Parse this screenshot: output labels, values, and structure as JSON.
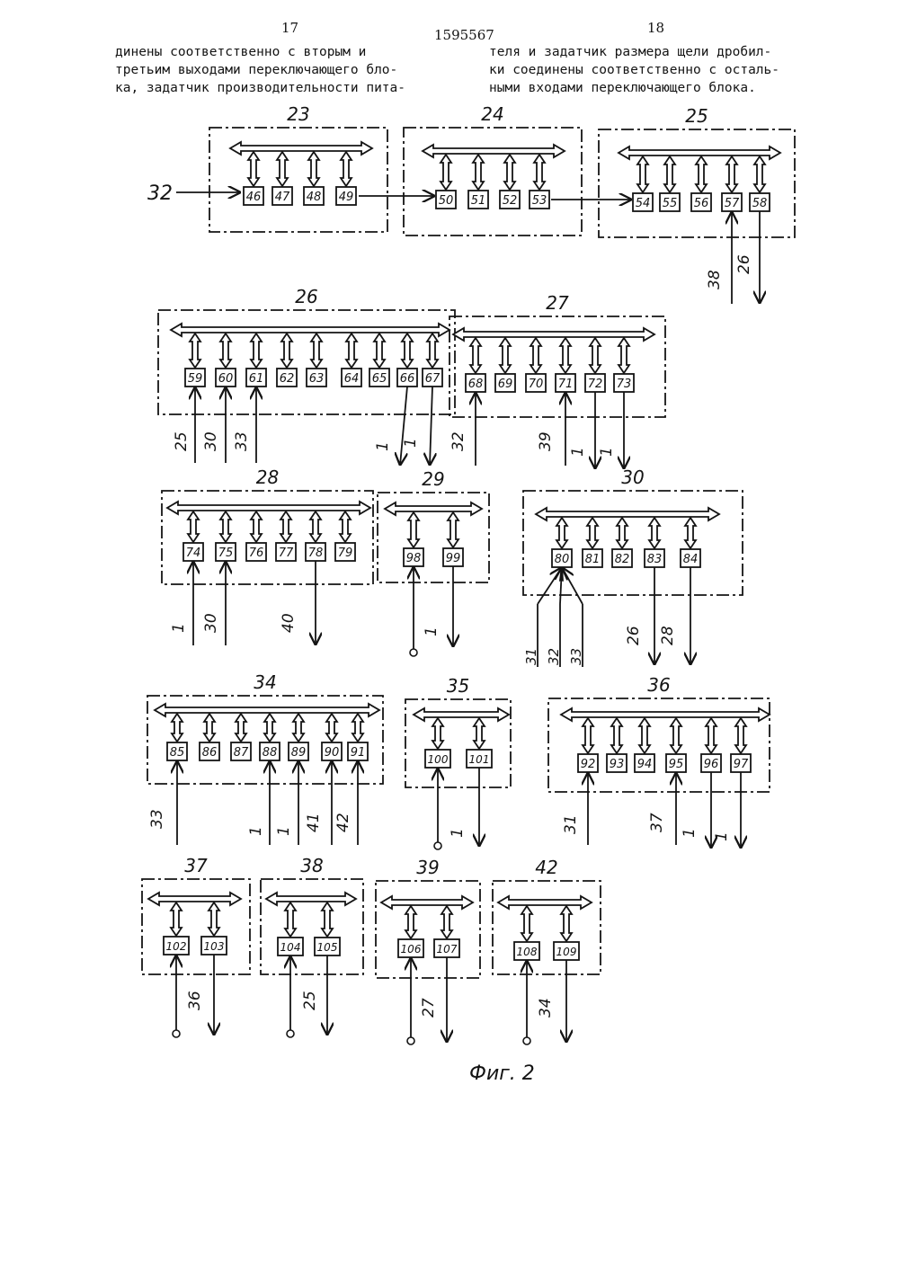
{
  "header": {
    "page_left": "17",
    "patent_number": "1595567",
    "page_right": "18"
  },
  "text": {
    "left_lines": [
      "динены соответственно с вторым и",
      "третьим выходами переключающего бло-",
      "ка, задатчик производительности пита-"
    ],
    "right_lines": [
      "теля и задатчик размера щели дробил-",
      "ки соединены соответственно с осталь-",
      "ными входами переключающего блока."
    ]
  },
  "figure": {
    "caption": "Фиг. 2",
    "blocks": [
      {
        "label": "23",
        "cells": [
          "46",
          "47",
          "48",
          "49"
        ],
        "inputs": [
          "32"
        ],
        "outputs": []
      },
      {
        "label": "24",
        "cells": [
          "50",
          "51",
          "52",
          "53"
        ],
        "inputs": [],
        "outputs": []
      },
      {
        "label": "25",
        "cells": [
          "54",
          "55",
          "56",
          "57",
          "58"
        ],
        "inputs": [
          "38"
        ],
        "outputs": [
          "26"
        ]
      },
      {
        "label": "26",
        "cells": [
          "59",
          "60",
          "61",
          "62",
          "63",
          "64",
          "65",
          "66",
          "67"
        ],
        "inputs": [
          "25",
          "30",
          "33"
        ],
        "outputs": [
          "1",
          "1"
        ]
      },
      {
        "label": "27",
        "cells": [
          "68",
          "69",
          "70",
          "71",
          "72",
          "73"
        ],
        "inputs": [
          "32",
          "39"
        ],
        "outputs": [
          "1",
          "1"
        ]
      },
      {
        "label": "28",
        "cells": [
          "74",
          "75",
          "76",
          "77",
          "78",
          "79"
        ],
        "inputs": [
          "1",
          "30"
        ],
        "outputs": [
          "40"
        ]
      },
      {
        "label": "29",
        "cells": [
          "98",
          "99"
        ],
        "inputs": [],
        "outputs": [
          "1"
        ]
      },
      {
        "label": "30",
        "cells": [
          "80",
          "81",
          "82",
          "83",
          "84"
        ],
        "inputs": [
          "31",
          "32",
          "33"
        ],
        "outputs": [
          "26",
          "28"
        ]
      },
      {
        "label": "34",
        "cells": [
          "85",
          "86",
          "87",
          "88",
          "89",
          "90",
          "91"
        ],
        "inputs": [
          "33",
          "1",
          "1",
          "41",
          "42"
        ],
        "outputs": []
      },
      {
        "label": "35",
        "cells": [
          "100",
          "101"
        ],
        "inputs": [],
        "outputs": [
          "1"
        ]
      },
      {
        "label": "36",
        "cells": [
          "92",
          "93",
          "94",
          "95",
          "96",
          "97"
        ],
        "inputs": [
          "31",
          "37"
        ],
        "outputs": [
          "1",
          "1"
        ]
      },
      {
        "label": "37",
        "cells": [
          "102",
          "103"
        ],
        "inputs": [],
        "outputs": [
          "36"
        ]
      },
      {
        "label": "38",
        "cells": [
          "104",
          "105"
        ],
        "inputs": [],
        "outputs": [
          "25"
        ]
      },
      {
        "label": "39",
        "cells": [
          "106",
          "107"
        ],
        "inputs": [],
        "outputs": [
          "27"
        ]
      },
      {
        "label": "42",
        "cells": [
          "108",
          "109"
        ],
        "inputs": [],
        "outputs": [
          "34"
        ]
      }
    ]
  }
}
